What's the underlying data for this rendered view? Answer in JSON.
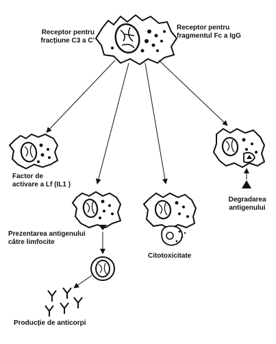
{
  "labels": {
    "receptor_c3": [
      "Receptor pentru",
      "fracțiune C3 a C'"
    ],
    "receptor_fc": [
      "Receptor pentru",
      "fragmentul Fc a IgG"
    ],
    "factor_activare": [
      "Factor de",
      "activare a Lf  (IL1 )"
    ],
    "degradarea": [
      "Degradarea",
      "antigenului"
    ],
    "prezentarea": [
      "Prezentarea antigenului",
      "către limfocite"
    ],
    "citotoxicitate": "Citotoxicitate",
    "productie": "Producție de anticorpi"
  },
  "colors": {
    "ink": "#111111",
    "background": "#ffffff"
  }
}
